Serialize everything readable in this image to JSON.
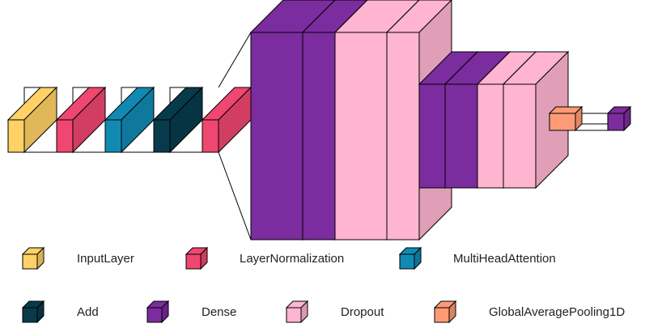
{
  "colors": {
    "InputLayer": "#FFD166",
    "LayerNormalization": "#EF476F",
    "MultiHeadAttention": "#118AB2",
    "Add": "#073B4C",
    "Dense": "#7B2C9E",
    "Dropout": "#FFB5D0",
    "GlobalAveragePooling1D": "#FF9A76"
  },
  "layers": [
    {
      "type": "InputLayer"
    },
    {
      "type": "LayerNormalization"
    },
    {
      "type": "MultiHeadAttention"
    },
    {
      "type": "Add"
    },
    {
      "type": "LayerNormalization"
    },
    {
      "type": "Dense"
    },
    {
      "type": "Dense"
    },
    {
      "type": "Dropout"
    },
    {
      "type": "Dropout"
    },
    {
      "type": "Dense"
    },
    {
      "type": "Dense"
    },
    {
      "type": "Dropout"
    },
    {
      "type": "Dropout"
    },
    {
      "type": "GlobalAveragePooling1D"
    },
    {
      "type": "Dense"
    }
  ],
  "legend": {
    "input_layer": "InputLayer",
    "layer_normalization": "LayerNormalization",
    "multi_head_attention": "MultiHeadAttention",
    "add": "Add",
    "dense": "Dense",
    "dropout": "Dropout",
    "global_average_pooling_1d": "GlobalAveragePooling1D"
  }
}
